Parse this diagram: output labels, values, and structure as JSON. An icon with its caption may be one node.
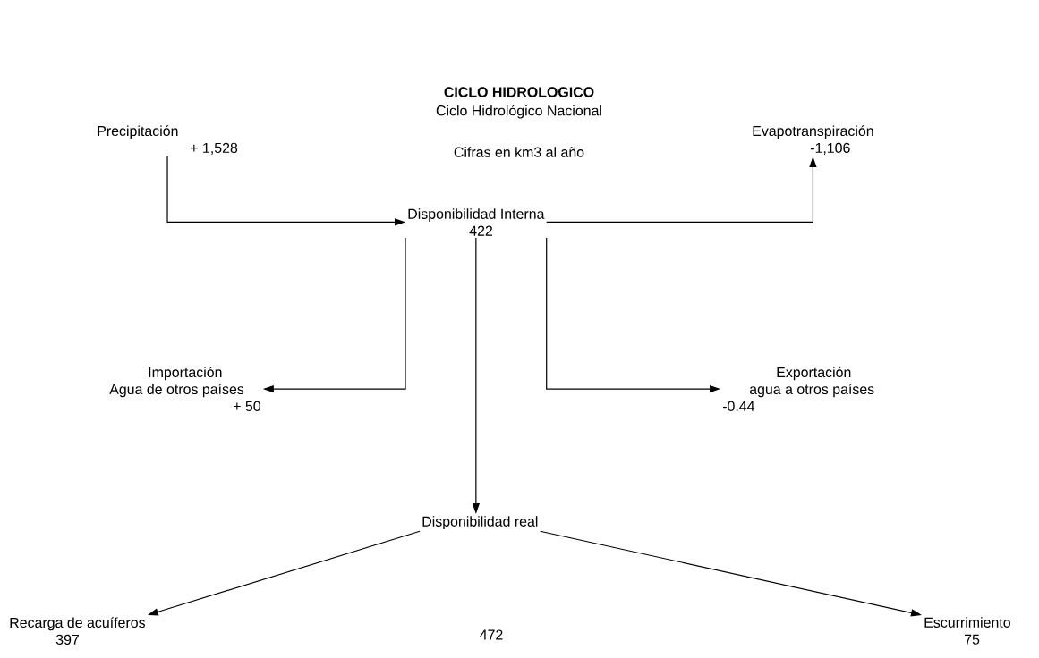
{
  "diagram": {
    "title": "CICLO HIDROLOGICO",
    "nodes": [
      {
        "text": [
          "Precipitación",
          "+ 1,528"
        ]
      },
      {
        "text": [
          "Evapotranspiración",
          "-1,106"
        ]
      },
      {
        "text": [
          "Disponibilidad Interna",
          "422"
        ]
      },
      {
        "text": [
          "Importación",
          "Agua de otros países",
          "+ 50"
        ]
      },
      {
        "text": [
          "Exportación",
          "agua a otros países",
          "-0.44"
        ]
      },
      {
        "text": [
          "Disponibilidad real"
        ]
      },
      {
        "text": [
          "Recarga de acuíferos",
          "397"
        ]
      },
      {
        "text": [
          "Escurrimiento",
          "75"
        ]
      }
    ],
    "edges": [
      {
        "from": 0,
        "to": 2,
        "arrow": "to"
      },
      {
        "from": 2,
        "to": 1,
        "arrow": "to"
      },
      {
        "from": 2,
        "to": 3,
        "arrow": "to"
      },
      {
        "from": 2,
        "to": 4,
        "arrow": "to"
      },
      {
        "from": 2,
        "to": 5,
        "arrow": "to"
      },
      {
        "from": 5,
        "to": 6,
        "arrow": "to"
      },
      {
        "from": 5,
        "to": 7,
        "arrow": "to"
      }
    ],
    "labels": [
      "Ciclo Hidrológico Nacional",
      "Cifras en km3 al año",
      "472"
    ]
  }
}
